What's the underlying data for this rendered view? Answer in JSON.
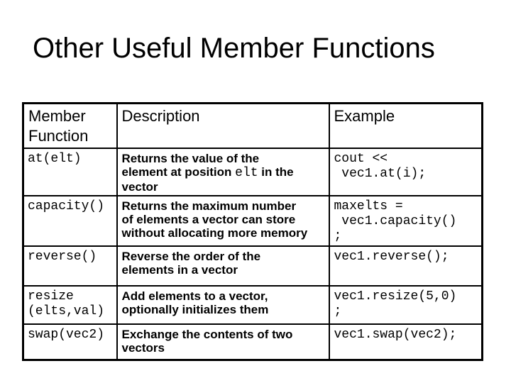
{
  "slide_title": "Other Useful Member Functions",
  "colors": {
    "background": "#ffffff",
    "text": "#000000",
    "border": "#000000"
  },
  "table": {
    "headers": {
      "member": "Member Function",
      "description": "Description",
      "example": "Example"
    },
    "rows": [
      {
        "member": "at(elt)",
        "desc_before": "Returns the value of the\nelement at position ",
        "desc_code": "elt",
        "desc_after": " in the\nvector",
        "example": "cout <<\n vec1.at(i);"
      },
      {
        "member": "capacity()",
        "desc_before": "Returns the maximum number\nof elements a vector can store\nwithout allocating more memory",
        "desc_code": "",
        "desc_after": "",
        "example": "maxelts =\n vec1.capacity()\n;"
      },
      {
        "member": "reverse()",
        "desc_before": "Reverse the order of the\nelements in a vector",
        "desc_code": "",
        "desc_after": "",
        "example": "vec1.reverse();"
      },
      {
        "member": "resize\n(elts,val)",
        "desc_before": "Add elements to a vector,\noptionally initializes them",
        "desc_code": "",
        "desc_after": "",
        "example": "vec1.resize(5,0)\n;"
      },
      {
        "member": "swap(vec2)",
        "desc_before": "Exchange the contents of two\nvectors",
        "desc_code": "",
        "desc_after": "",
        "example": "vec1.swap(vec2);"
      }
    ]
  }
}
